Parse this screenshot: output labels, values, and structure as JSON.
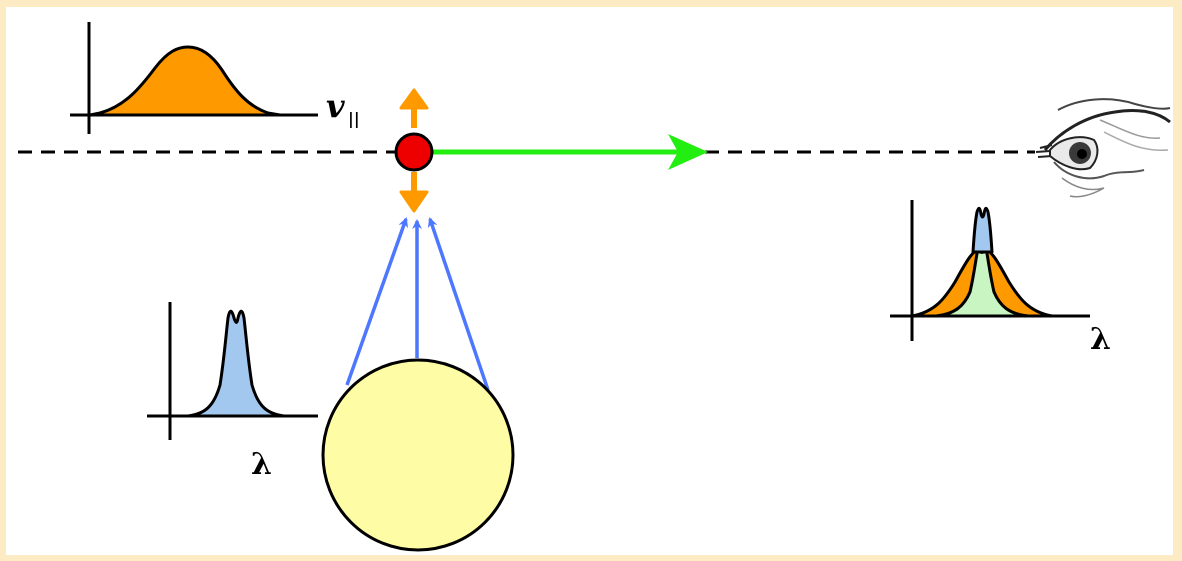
{
  "labels": {
    "velocity_symbol": "v",
    "velocity_subscript": "||",
    "lambda_star": "λ",
    "lambda_observed": "λ"
  },
  "colors": {
    "background_frame": "#fdebc4",
    "velocity_fill": "#ff9900",
    "star_spectrum_fill": "#a3c8f0",
    "observed_core_fill": "#c9f5c3",
    "star_fill": "#fefca4",
    "particle_fill": "#ee0000",
    "motion_arrow": "#ff9900",
    "ray_arrow": "#4d77ff",
    "line_of_sight_arrow": "#22ee11"
  },
  "icons": {
    "observer": "eye-icon"
  }
}
